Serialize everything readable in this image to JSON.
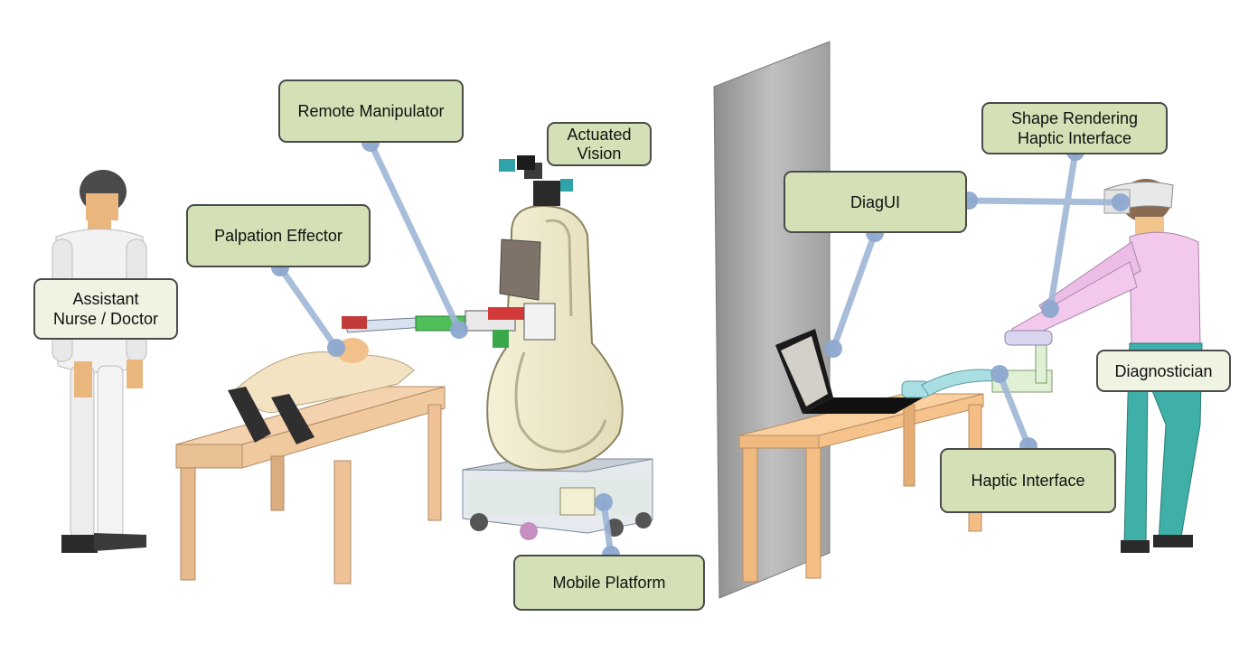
{
  "labels": {
    "assistant": [
      "Assistant",
      "Nurse / Doctor"
    ],
    "palpation_effector": "Palpation Effector",
    "remote_manipulator": "Remote Manipulator",
    "actuated_vision": [
      "Actuated",
      "Vision"
    ],
    "mobile_platform": "Mobile Platform",
    "diagui": "DiagUI",
    "shape_rendering": [
      "Shape Rendering",
      "Haptic Interface"
    ],
    "diagnostician": "Diagnostician",
    "haptic_interface": "Haptic Interface"
  },
  "colors": {
    "label_fill": "#d4e1b6",
    "label_fill_light": "#eef3e2",
    "leader_line": "#9fb6d6",
    "wall": "#a9a9a9",
    "table_wood": "#f3c79a",
    "robot_shell": "#f7f3dd"
  }
}
